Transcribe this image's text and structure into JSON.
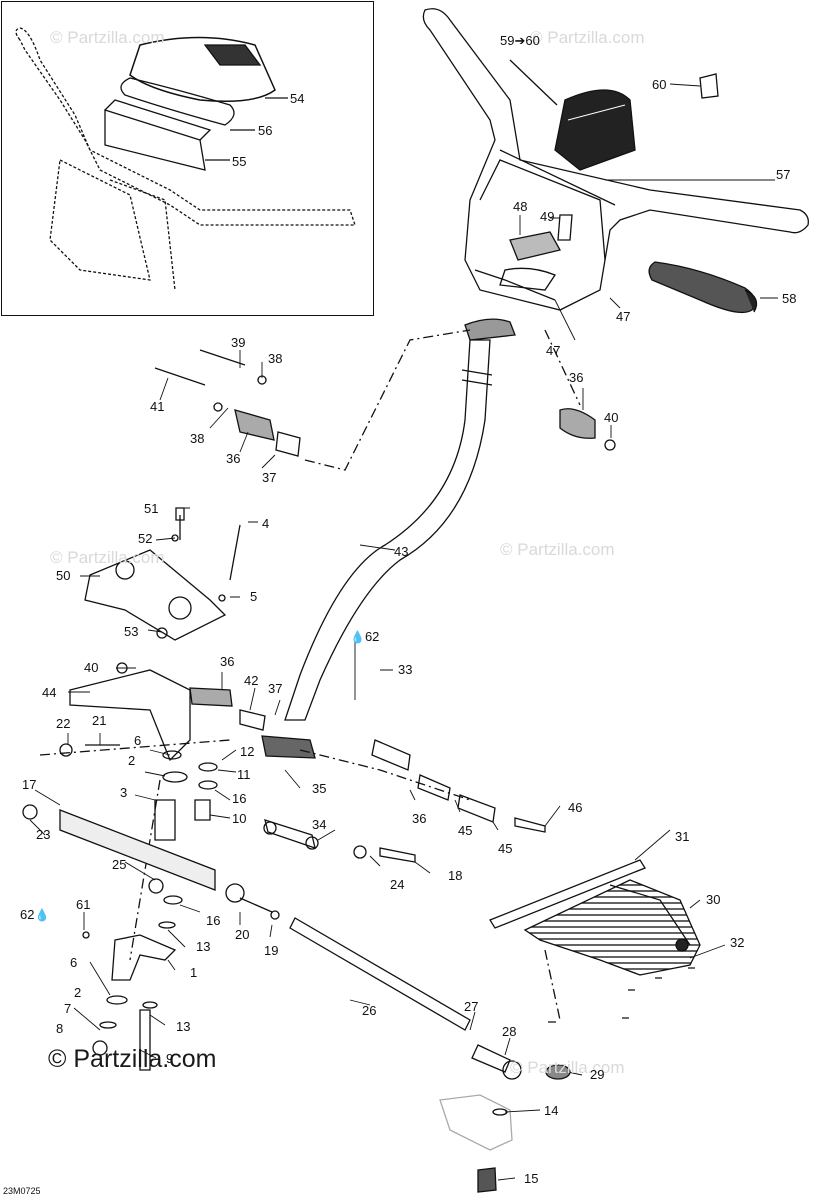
{
  "diagram_code": "23M0725",
  "watermark": "© Partzilla.com",
  "watermark_main": "© Partzilla.com",
  "callouts": [
    "1",
    "2",
    "3",
    "4",
    "5",
    "6",
    "7",
    "8",
    "9",
    "10",
    "11",
    "12",
    "13",
    "14",
    "15",
    "16",
    "17",
    "18",
    "19",
    "20",
    "21",
    "22",
    "23",
    "24",
    "25",
    "26",
    "27",
    "28",
    "29",
    "30",
    "31",
    "32",
    "33",
    "34",
    "35",
    "36",
    "37",
    "38",
    "39",
    "40",
    "41",
    "42",
    "43",
    "44",
    "45",
    "46",
    "47",
    "48",
    "49",
    "50",
    "51",
    "52",
    "53",
    "54",
    "55",
    "56",
    "57",
    "58",
    "59➔60",
    "60",
    "61",
    "62"
  ],
  "lubricant_symbol": "💧"
}
